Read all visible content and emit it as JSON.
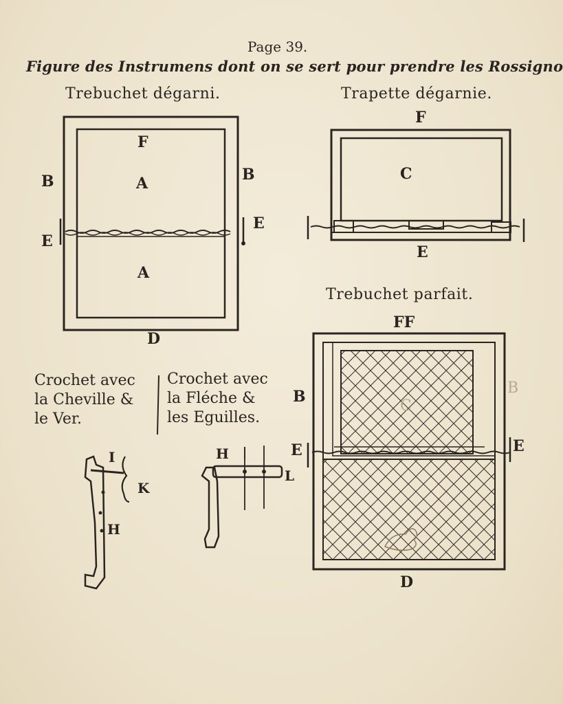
{
  "page_number": "Page 39.",
  "title": "Figure des Instrumens dont on se sert pour prendre les Rossignols.",
  "figures": {
    "trebuchet_degarni": {
      "caption": "Trebuchet dégarni.",
      "labels": {
        "F": "F",
        "A_top": "A",
        "A_bottom": "A",
        "B_left": "B",
        "B_right": "B",
        "E_left": "E",
        "E_right": "E",
        "D": "D"
      }
    },
    "trapette_degarnie": {
      "caption": "Trapette dégarnie.",
      "labels": {
        "F": "F",
        "C": "C",
        "E": "E"
      }
    },
    "trebuchet_parfait": {
      "caption": "Trebuchet parfait.",
      "labels": {
        "FF": "FF",
        "B_left": "B",
        "B_right": "B",
        "C": "C",
        "E_left": "E",
        "E_right": "E",
        "D": "D"
      }
    },
    "crochet_cheville": {
      "caption_lines": "Crochet avec\nla Cheville &\nle Ver.",
      "labels": {
        "I": "I",
        "K": "K",
        "H": "H"
      }
    },
    "crochet_fleche": {
      "caption_lines": "Crochet avec\nla Fléche &\nles Eguilles.",
      "labels": {
        "H": "H",
        "L": "L"
      }
    }
  }
}
